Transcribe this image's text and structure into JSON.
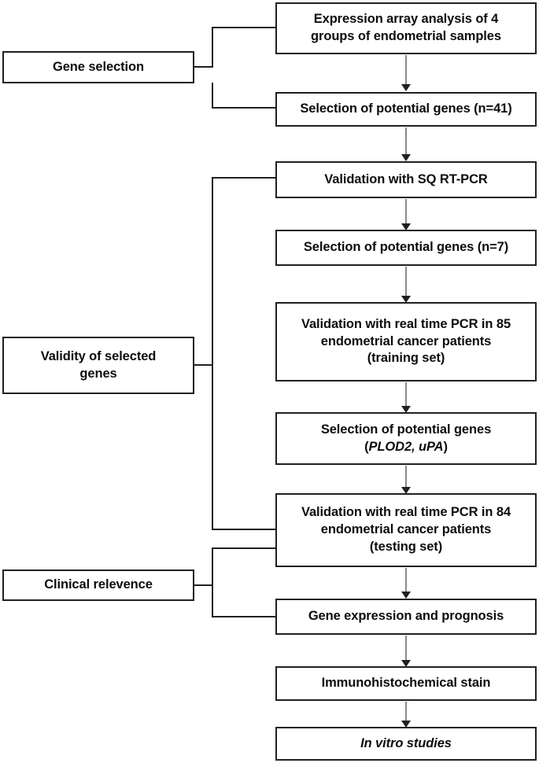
{
  "figure": {
    "kind": "study-workflow-flowchart",
    "background_color": "#ffffff",
    "box_border_color": "#231f20",
    "text_color": "#0d0d0d",
    "connector_color": "#231f20",
    "arrow_shaft_color": "#8a8a8a",
    "arrow_head_color": "#231f20"
  },
  "stages": [
    {
      "id": "gene-selection",
      "label": "Gene selection"
    },
    {
      "id": "validity-of-selected-genes",
      "label": "Validity of selected\ngenes",
      "line1": "Validity of selected",
      "line2": "genes"
    },
    {
      "id": "clinical-relevence",
      "label": "Clinical relevence"
    }
  ],
  "steps": [
    {
      "id": "expression-array-analysis",
      "line1": "Expression array analysis of 4",
      "line2": "groups of endometrial samples",
      "stage": "gene-selection"
    },
    {
      "id": "selection-potential-genes-41",
      "line1": "Selection of potential genes (n=41)",
      "stage": "gene-selection"
    },
    {
      "id": "validation-sq-rt-pcr",
      "line1": "Validation with SQ RT-PCR",
      "stage": "validity-of-selected-genes"
    },
    {
      "id": "selection-potential-genes-7",
      "line1": "Selection of potential genes (n=7)",
      "stage": "validity-of-selected-genes"
    },
    {
      "id": "validation-real-time-pcr-85",
      "line1": "Validation with real time PCR in 85",
      "line2": "endometrial cancer patients",
      "line3": "(training set)",
      "stage": "validity-of-selected-genes"
    },
    {
      "id": "selection-potential-genes-plod2-upa",
      "line1": "Selection of potential genes",
      "line2_prefix": "(",
      "line2_italic": "PLOD2, uPA",
      "line2_suffix": ")",
      "stage": "validity-of-selected-genes"
    },
    {
      "id": "validation-real-time-pcr-84",
      "line1": "Validation with real time PCR in 84",
      "line2": "endometrial cancer patients",
      "line3": "(testing set)",
      "stage": "validity-of-selected-genes"
    },
    {
      "id": "gene-expression-and-prognosis",
      "line1": "Gene expression and prognosis",
      "stage": "clinical-relevence"
    },
    {
      "id": "immunohistochemical-stain",
      "line1": "Immunohistochemical stain",
      "stage": ""
    },
    {
      "id": "in-vitro-studies",
      "line1": "In vitro studies",
      "italic": true,
      "stage": ""
    }
  ],
  "counts": {
    "potential_genes_first_pass": 41,
    "potential_genes_second_pass": 7,
    "training_set_patients": 85,
    "testing_set_patients": 84,
    "expression_array_groups": 4
  },
  "genes": [
    "PLOD2",
    "uPA"
  ]
}
